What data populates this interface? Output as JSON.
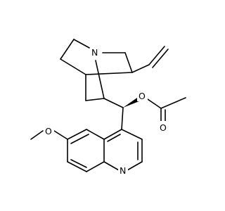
{
  "molecule": {
    "atoms": {
      "n_bridge": "N",
      "o_ester": "O",
      "o_carbonyl": "O",
      "o_methoxy": "O",
      "n_ring": "N"
    }
  }
}
